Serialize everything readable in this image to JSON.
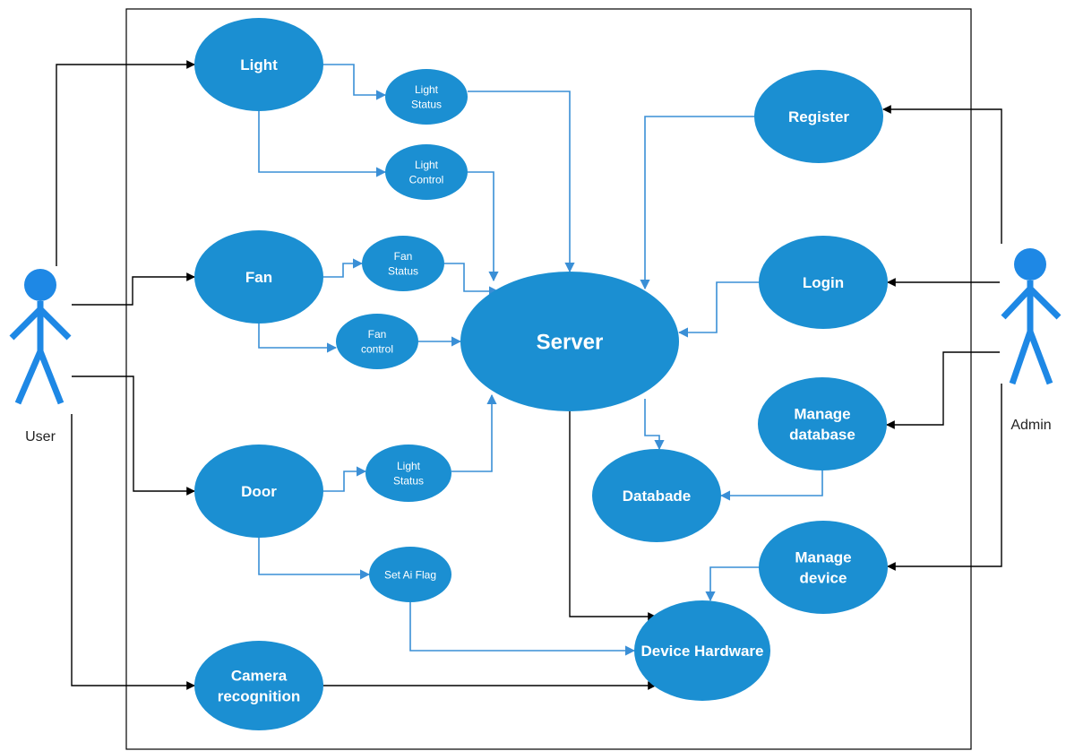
{
  "colors": {
    "usecase_fill": "#1b8fd2",
    "usecase_text": "#ffffff",
    "internal_arrow": "#3a8fd6",
    "actor_arrow": "#000000",
    "actor_fill": "#1e88e5",
    "boundary": "#000000"
  },
  "actors": {
    "user": {
      "label": "User"
    },
    "admin": {
      "label": "Admin"
    }
  },
  "usecases": {
    "light": [
      "Light"
    ],
    "light_status": [
      "Light",
      "Status"
    ],
    "light_control": [
      "Light",
      "Control"
    ],
    "fan": [
      "Fan"
    ],
    "fan_status": [
      "Fan",
      "Status"
    ],
    "fan_control": [
      "Fan",
      "control"
    ],
    "door": [
      "Door"
    ],
    "door_status": [
      "Light",
      "Status"
    ],
    "set_ai_flag": [
      "Set Ai Flag"
    ],
    "camera": [
      "Camera",
      "recognition"
    ],
    "server": [
      "Server"
    ],
    "register": [
      "Register"
    ],
    "login": [
      "Login"
    ],
    "manage_database": [
      "Manage",
      "database"
    ],
    "database": [
      "Databade"
    ],
    "manage_device": [
      "Manage",
      "device"
    ],
    "device_hardware": [
      "Device Hardware"
    ]
  }
}
